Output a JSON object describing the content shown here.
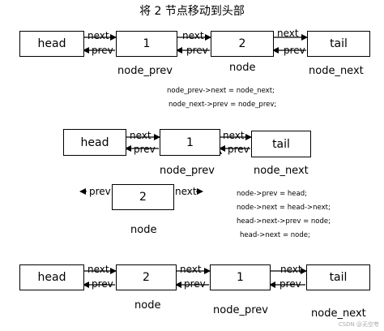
{
  "title": "将 2 节点移动到头部",
  "links": {
    "next": "next",
    "prev": "prev"
  },
  "row1": {
    "boxes": [
      "head",
      "1",
      "2",
      "tail"
    ],
    "names": [
      "node_prev",
      "node",
      "node_next"
    ],
    "code": [
      "node_prev->next = node_next;",
      "node_next->prev = node_prev;"
    ]
  },
  "row2": {
    "boxes": [
      "head",
      "1",
      "tail"
    ],
    "names": [
      "node_prev",
      "node_next"
    ],
    "detached": {
      "box": "2",
      "name": "node"
    },
    "code": [
      "node->prev = head;",
      "node->next = head->next;",
      "head->next->prev = node;",
      "head->next = node;"
    ]
  },
  "row3": {
    "boxes": [
      "head",
      "2",
      "1",
      "tail"
    ],
    "names": [
      "node",
      "node_prev",
      "node_next"
    ]
  },
  "watermark": "CSDN @无空夸"
}
